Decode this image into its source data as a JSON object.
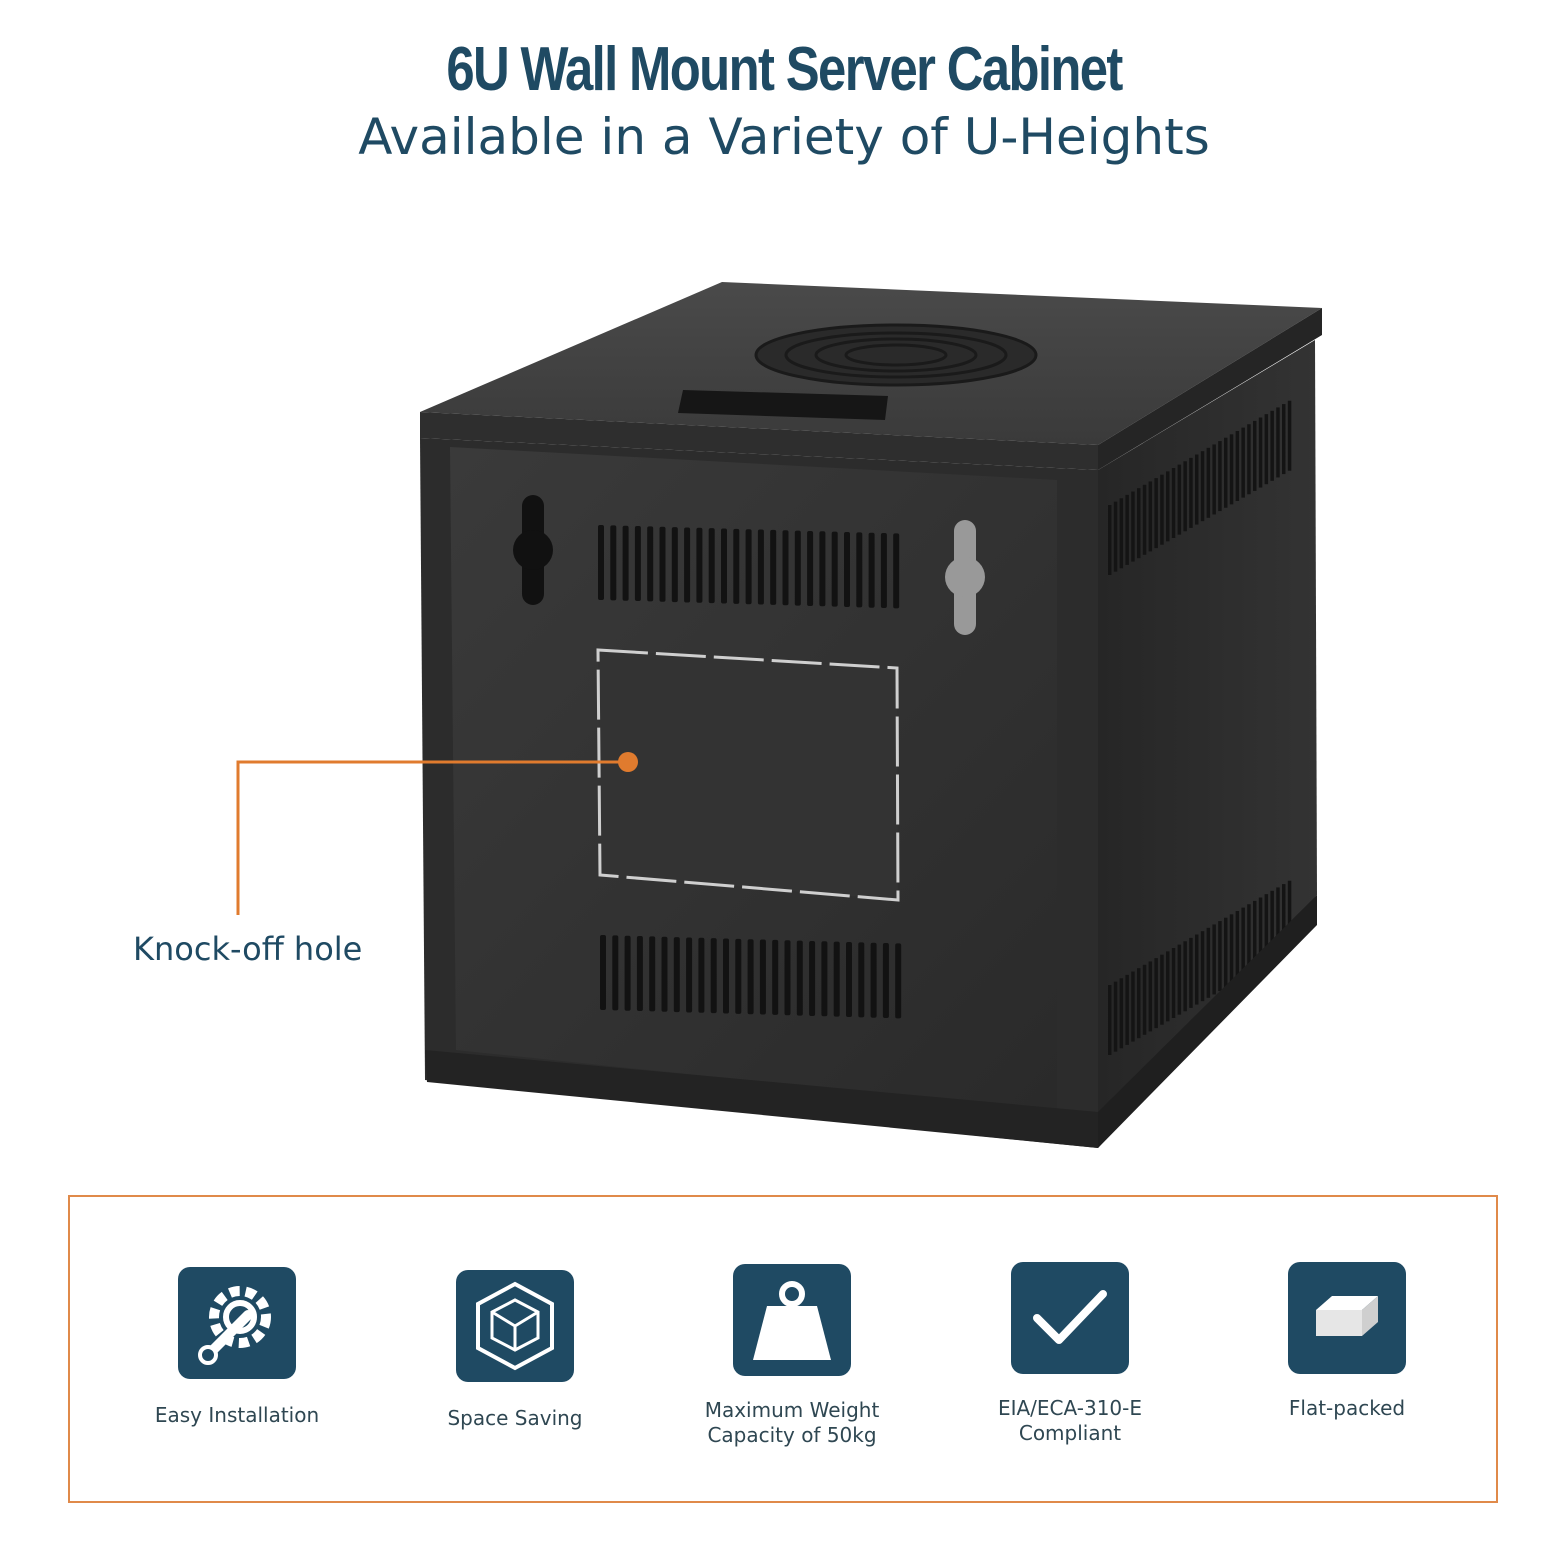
{
  "header": {
    "title": "6U Wall Mount Server Cabinet",
    "subtitle": "Available in a Variety of U-Heights"
  },
  "callout": {
    "label": "Knock-off hole"
  },
  "features": [
    {
      "icon": "wrench-gear-icon",
      "label": "Easy Installation"
    },
    {
      "icon": "cube-icon",
      "label": "Space Saving"
    },
    {
      "icon": "weight-icon",
      "label": "Maximum Weight\nCapacity of 50kg"
    },
    {
      "icon": "checkmark-icon",
      "label": "EIA/ECA-310-E\nCompliant"
    },
    {
      "icon": "flat-box-icon",
      "label": "Flat-packed"
    }
  ],
  "colors": {
    "title": "#1f4a63",
    "icon_bg": "#1f4a63",
    "accent_orange": "#e08a4a",
    "cabinet": "#2b2b2b"
  }
}
